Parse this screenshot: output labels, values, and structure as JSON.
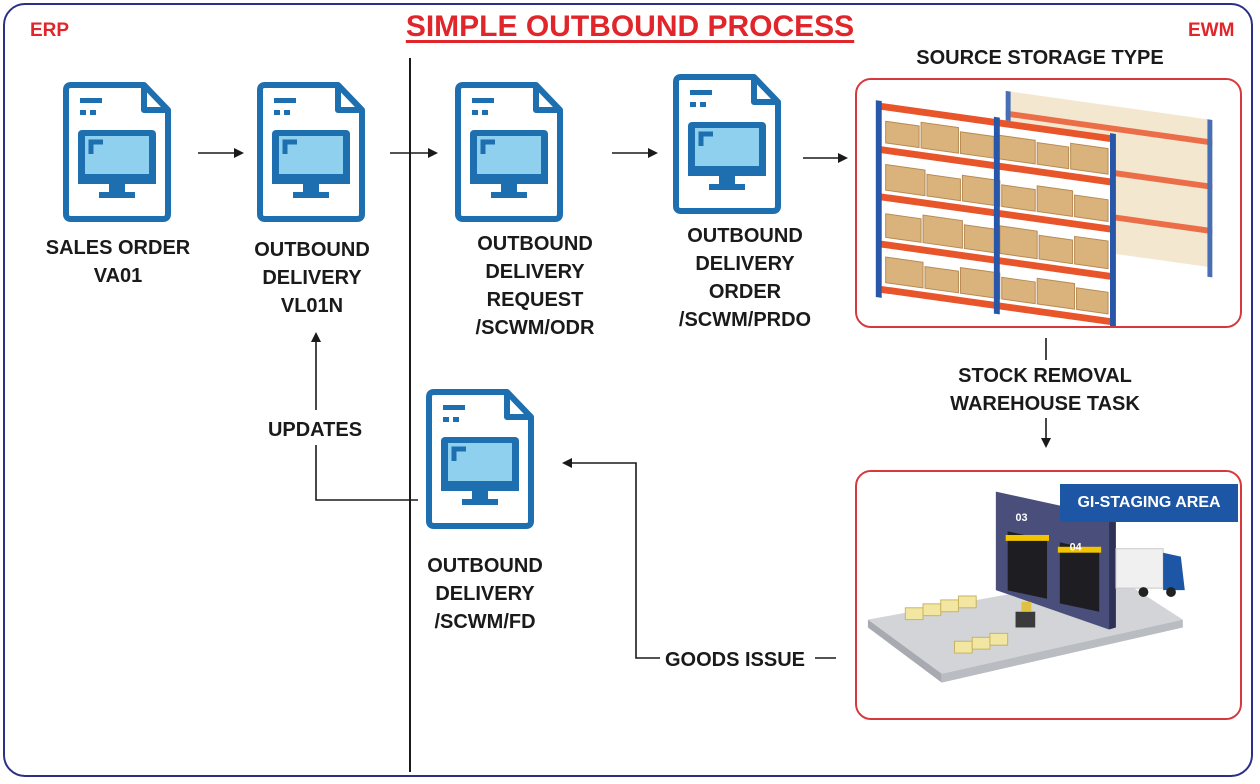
{
  "title": "SIMPLE OUTBOUND PROCESS",
  "systems": {
    "left": "ERP",
    "right": "EWM"
  },
  "documents": [
    {
      "id": "sales-order",
      "lines": [
        "SALES ORDER",
        "VA01"
      ]
    },
    {
      "id": "outbound-delivery",
      "lines": [
        "OUTBOUND",
        "DELIVERY",
        "VL01N"
      ]
    },
    {
      "id": "odr",
      "lines": [
        "OUTBOUND",
        "DELIVERY",
        "REQUEST",
        "/SCWM/ODR"
      ]
    },
    {
      "id": "prdo",
      "lines": [
        "OUTBOUND",
        "DELIVERY",
        "ORDER",
        "/SCWM/PRDO"
      ]
    },
    {
      "id": "fd",
      "lines": [
        "OUTBOUND",
        "DELIVERY",
        "/SCWM/FD"
      ]
    }
  ],
  "source_storage": {
    "title": "SOURCE STORAGE TYPE"
  },
  "stock_removal": {
    "lines": [
      "STOCK REMOVAL",
      "WAREHOUSE TASK"
    ]
  },
  "staging": {
    "tag": "GI-STAGING AREA",
    "door_left": "03",
    "door_right": "04"
  },
  "edge_labels": {
    "updates": "UPDATES",
    "goods_issue": "GOODS ISSUE"
  },
  "icon": {
    "name": "document-monitor-icon",
    "color": "#1e6fb0",
    "fill": "#8fd0ef"
  },
  "colors": {
    "accent": "#e0262a",
    "frame": "#2b2f86",
    "rack_beam": "#e8552a",
    "rack_post": "#2856a8"
  }
}
